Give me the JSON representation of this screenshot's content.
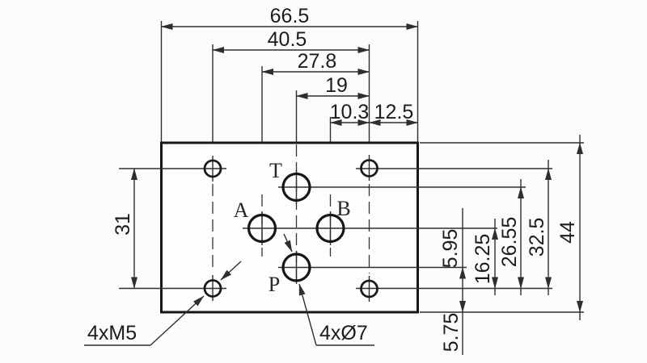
{
  "drawing": {
    "type": "valve-subplate-mounting-dimensions",
    "ports": {
      "t": "T",
      "a": "A",
      "b": "B",
      "p": "P"
    },
    "notes": {
      "mounting_holes": "4xM5",
      "port_holes": "4xØ7"
    },
    "dimensions": {
      "top": {
        "overall_width": "66.5",
        "bolt_hole_span": "40.5",
        "port_a_to_bolt": "27.8",
        "port_tp_to_bolt": "19",
        "port_b_to_bolt": "10.3",
        "bolt_to_right_edge": "12.5"
      },
      "left": {
        "bolt_row_spacing": "31"
      },
      "right": {
        "port_p_height": "5.95",
        "ports_ab_height": "16.25",
        "port_t_height": "26.55",
        "bolt_row_height": "32.5",
        "overall_height": "44",
        "bottom_edge_to_bolt_row": "5.75"
      }
    },
    "line_color": "#2e2e2e",
    "plate_stroke_color": "#161616",
    "background_color": "#fbfbf9"
  }
}
